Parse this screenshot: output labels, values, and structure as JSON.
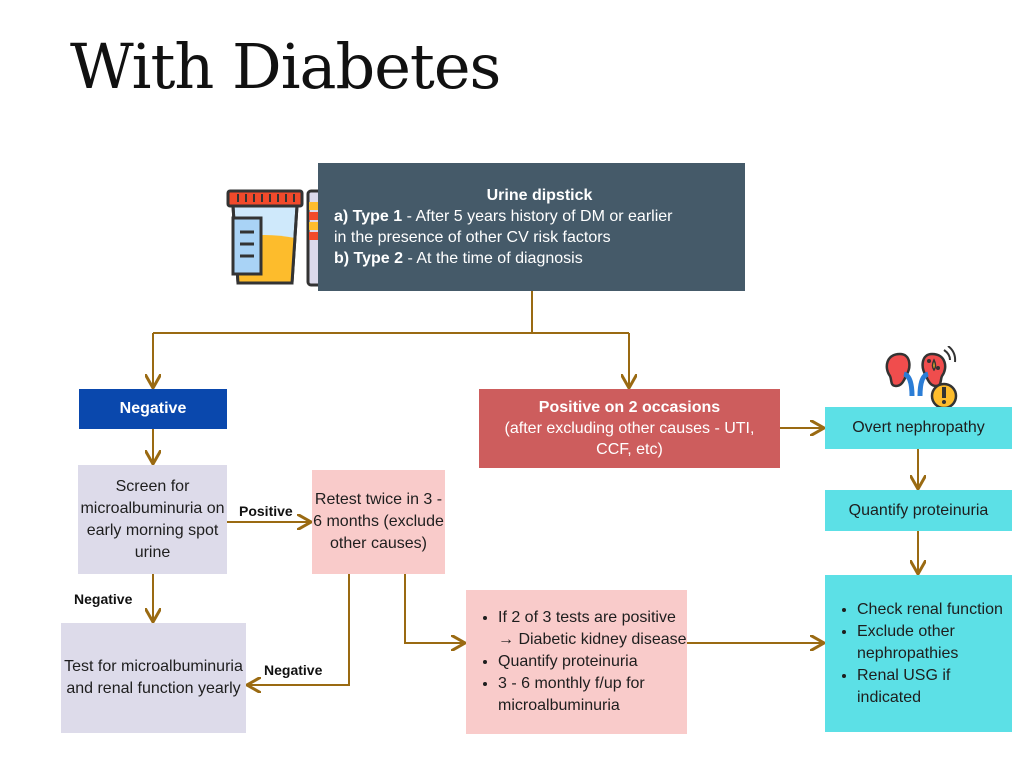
{
  "title": "With Diabetes",
  "nodes": {
    "dipstick": {
      "heading": "Urine dipstick",
      "line1_bold": "a) Type 1",
      "line1_text": " - After 5 years history of DM or earlier",
      "line2_text": "in the presence of other CV risk factors",
      "line3_bold": "b) Type 2",
      "line3_text": " - At the time of diagnosis"
    },
    "negative": "Negative",
    "positive_2": {
      "heading": "Positive on 2 occasions",
      "text": "(after excluding other causes - UTI, CCF, etc)"
    },
    "overt": "Overt nephropathy",
    "quantify": "Quantify proteinuria",
    "screen": "Screen for microalbuminuria on early morning spot urine",
    "retest": "Retest twice in 3 - 6 months (exclude other causes)",
    "test_yearly": "Test for microalbuminuria and renal function yearly",
    "dkd_items": [
      "If 2 of 3 tests are positive → Diabetic kidney disease",
      "Quantify proteinuria",
      "3 - 6 monthly f/up for microalbuminuria"
    ],
    "check_items": [
      "Check renal function",
      "Exclude other nephropathies",
      "Renal USG if indicated"
    ]
  },
  "edge_labels": {
    "positive": "Positive",
    "negative_left": "Negative",
    "negative_bottom": "Negative"
  },
  "icons": {
    "urine_sample": "urine-cup-and-dipstick-icon",
    "kidney": "kidney-warning-icon"
  },
  "colors": {
    "arrow": "#9a6a12",
    "dipstick_bg": "#455a69",
    "negative_bg": "#0a48ad",
    "positive_bg": "#cd5d5d",
    "cyan_bg": "#5ce0e6",
    "lavender_bg": "#dddbea",
    "pink_bg": "#f9cbca"
  }
}
